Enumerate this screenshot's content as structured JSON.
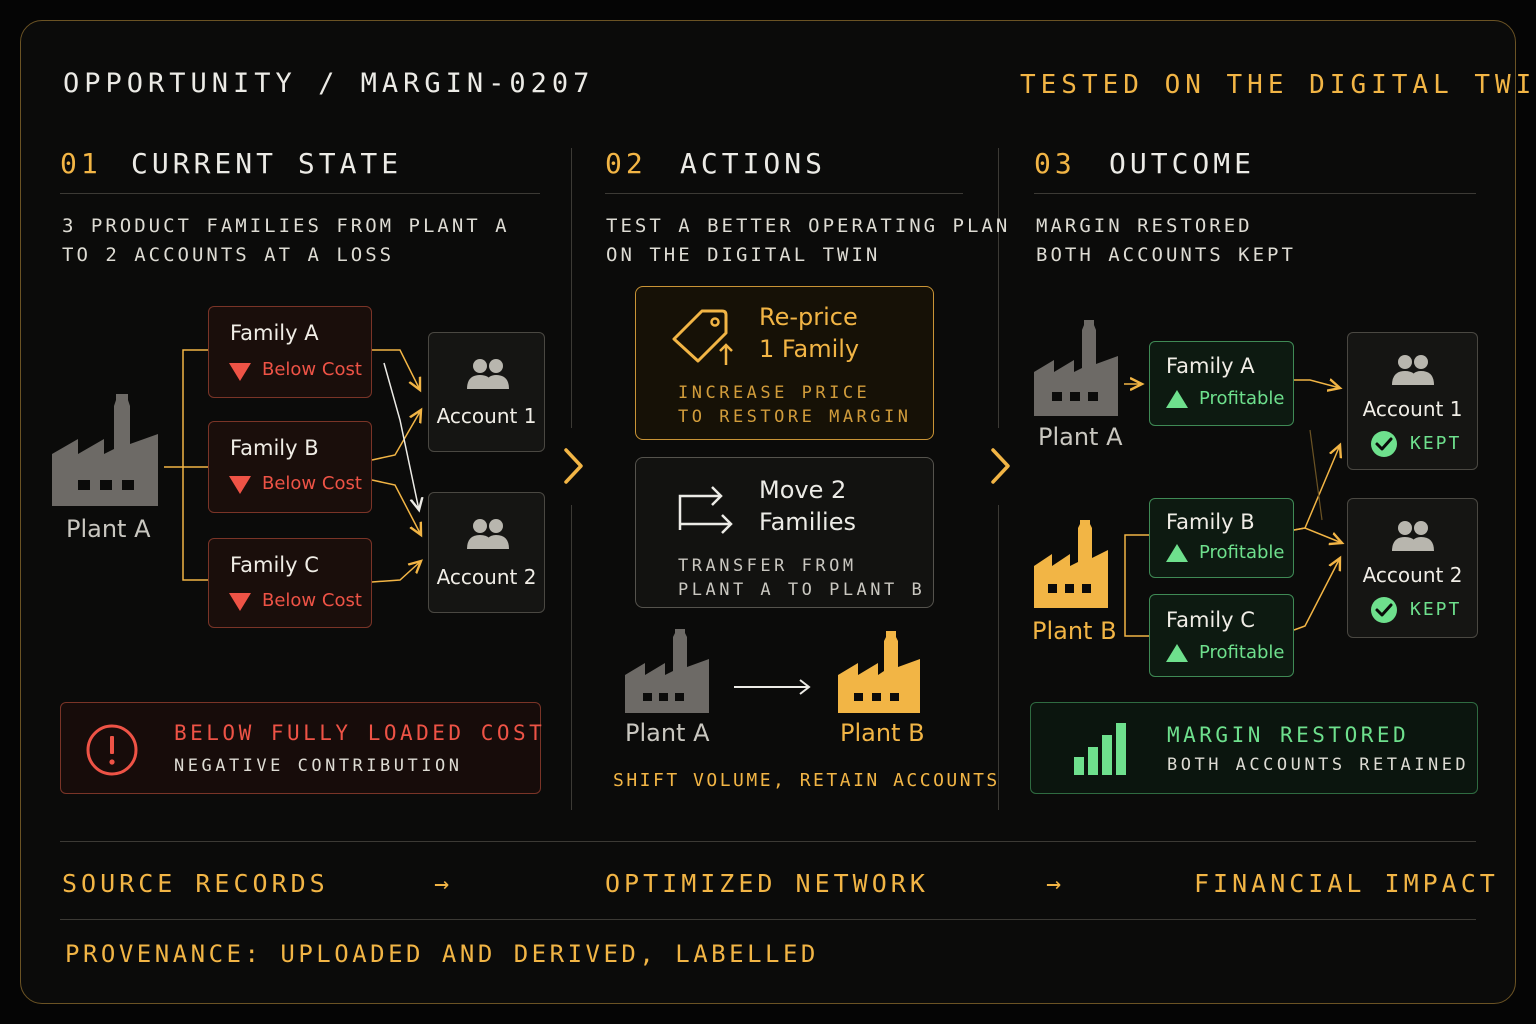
{
  "header": {
    "left_title": "OPPORTUNITY / MARGIN-0207",
    "right_title": "TESTED ON THE DIGITAL TWIN"
  },
  "current": {
    "num": "01",
    "title": "CURRENT STATE",
    "desc_line1": "3 PRODUCT FAMILIES FROM PLANT A",
    "desc_line2": "TO 2 ACCOUNTS AT A LOSS",
    "plant": "Plant A",
    "families": [
      {
        "name": "Family A",
        "status": "Below Cost"
      },
      {
        "name": "Family B",
        "status": "Below Cost"
      },
      {
        "name": "Family C",
        "status": "Below Cost"
      }
    ],
    "accounts": [
      "Account 1",
      "Account 2"
    ],
    "alert_title": "BELOW FULLY LOADED COST",
    "alert_sub": "NEGATIVE CONTRIBUTION"
  },
  "actions": {
    "num": "02",
    "title": "ACTIONS",
    "desc_line1": "TEST A BETTER OPERATING PLAN",
    "desc_line2": "ON THE DIGITAL TWIN",
    "reprice_line1": "Re-price",
    "reprice_line2": "1 Family",
    "reprice_sub1": "INCREASE PRICE",
    "reprice_sub2": "TO RESTORE MARGIN",
    "move_line1": "Move 2",
    "move_line2": "Families",
    "move_sub1": "TRANSFER FROM",
    "move_sub2": "PLANT A TO PLANT B",
    "plant_from": "Plant A",
    "plant_to": "Plant B",
    "shift_caption": "SHIFT VOLUME, RETAIN ACCOUNTS"
  },
  "outcome": {
    "num": "03",
    "title": "OUTCOME",
    "desc_line1": "MARGIN RESTORED",
    "desc_line2": "BOTH ACCOUNTS KEPT",
    "plant_a": "Plant A",
    "plant_b": "Plant B",
    "families": [
      {
        "name": "Family A",
        "status": "Profitable"
      },
      {
        "name": "Family B",
        "status": "Profitable"
      },
      {
        "name": "Family C",
        "status": "Profitable"
      }
    ],
    "accounts": [
      {
        "name": "Account 1",
        "status": "KEPT"
      },
      {
        "name": "Account 2",
        "status": "KEPT"
      }
    ],
    "summary_title": "MARGIN RESTORED",
    "summary_sub": "BOTH ACCOUNTS RETAINED"
  },
  "footer": {
    "step1": "SOURCE RECORDS",
    "arrow": "→",
    "step2": "OPTIMIZED NETWORK",
    "step3": "FINANCIAL IMPACT",
    "provenance": "PROVENANCE: UPLOADED AND DERIVED, LABELLED"
  },
  "colors": {
    "gold": "#f2b545",
    "red": "#ee5346",
    "green": "#6ee08d",
    "grey_factory": "#6d6a66"
  },
  "icons": [
    "factory-icon",
    "users-icon",
    "price-tag-icon",
    "transfer-arrows-icon",
    "alert-circle-icon",
    "bar-chart-icon",
    "check-circle-icon",
    "chevron-right-icon"
  ]
}
